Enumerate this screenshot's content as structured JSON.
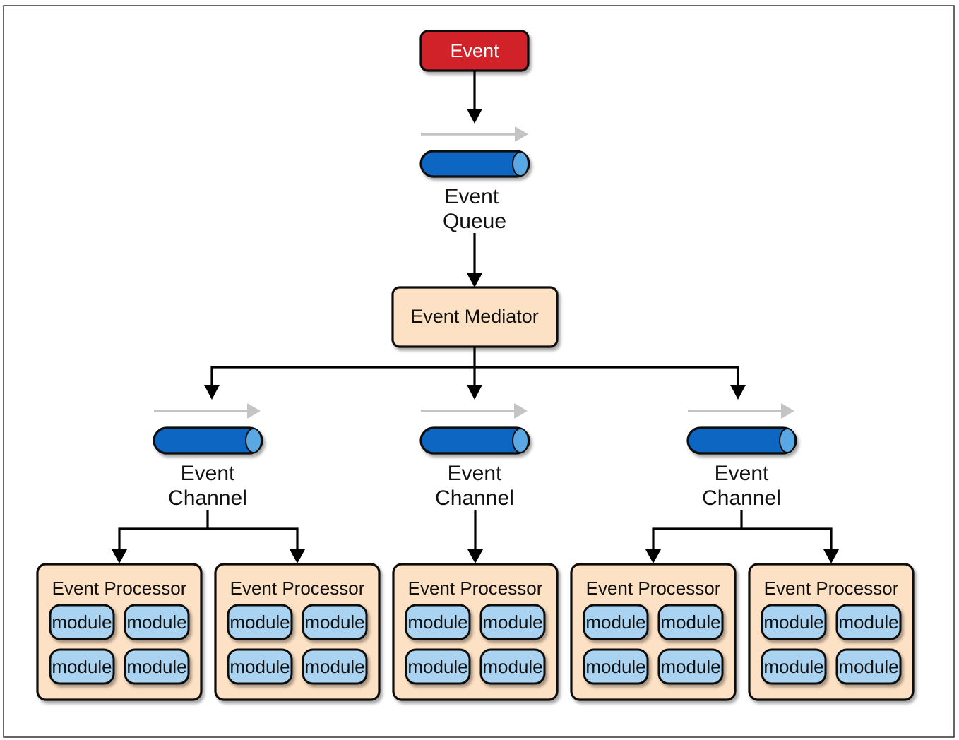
{
  "colors": {
    "event_fill": "#d1232a",
    "queue_fill": "#0a66c2",
    "queue_cap": "#5aa8e3",
    "mediator_fill": "#fde1c4",
    "processor_fill": "#fde1c4",
    "module_fill": "#a9d3f0",
    "flow_arrow": "#c4c4c4",
    "line": "#000000"
  },
  "event": {
    "label": "Event"
  },
  "queue": {
    "line1": "Event",
    "line2": "Queue",
    "icon": "pipe-icon"
  },
  "mediator": {
    "label": "Event Mediator"
  },
  "channels": [
    {
      "line1": "Event",
      "line2": "Channel",
      "icon": "pipe-icon",
      "processors": [
        {
          "label": "Event Processor",
          "modules": [
            "module",
            "module",
            "module",
            "module"
          ]
        },
        {
          "label": "Event Processor",
          "modules": [
            "module",
            "module",
            "module",
            "module"
          ]
        }
      ]
    },
    {
      "line1": "Event",
      "line2": "Channel",
      "icon": "pipe-icon",
      "processors": [
        {
          "label": "Event Processor",
          "modules": [
            "module",
            "module",
            "module",
            "module"
          ]
        }
      ]
    },
    {
      "line1": "Event",
      "line2": "Channel",
      "icon": "pipe-icon",
      "processors": [
        {
          "label": "Event Processor",
          "modules": [
            "module",
            "module",
            "module",
            "module"
          ]
        },
        {
          "label": "Event Processor",
          "modules": [
            "module",
            "module",
            "module",
            "module"
          ]
        }
      ]
    }
  ]
}
